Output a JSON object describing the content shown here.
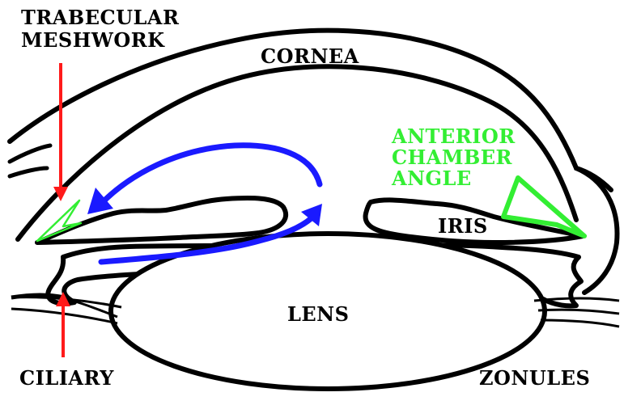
{
  "labels": {
    "trabecular_line1": "TRABECULAR",
    "trabecular_line2": "MESHWORK",
    "cornea": "CORNEA",
    "angle_line1": "ANTERIOR",
    "angle_line2": "CHAMBER",
    "angle_line3": "ANGLE",
    "iris": "IRIS",
    "lens": "LENS",
    "ciliary": "CILIARY",
    "zonules": "ZONULES"
  },
  "colors": {
    "outline": "#000000",
    "flow_arrows": "#1a1aff",
    "pointer_arrows": "#ff1a1a",
    "angle_highlight": "#33ee33",
    "background": "#ffffff"
  }
}
